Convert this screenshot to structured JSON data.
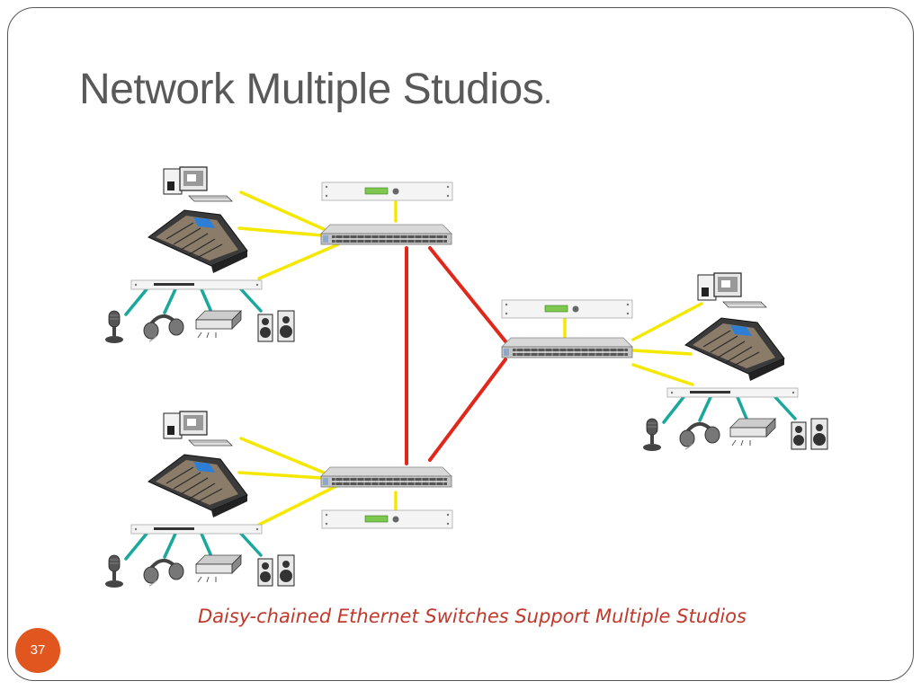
{
  "slide": {
    "title": "Network Multiple Studios",
    "title_suffix": ".",
    "caption": "Daisy-chained Ethernet Switches Support Multiple Studios",
    "page_number": "37"
  },
  "colors": {
    "title": "#595959",
    "caption": "#c0392b",
    "badge": "#e0561e",
    "yellow_link": "#f5e800",
    "red_link": "#e0281a",
    "teal_link": "#1aa89c"
  },
  "diagram": {
    "studios": [
      "studio-1",
      "studio-2",
      "studio-3"
    ],
    "device_icons": [
      "computer-icon",
      "mixing-console-icon",
      "audio-node-icon",
      "microphone-icon",
      "headphones-icon",
      "amplifier-icon",
      "speaker-icon",
      "network-switch-icon",
      "codec-unit-icon"
    ]
  }
}
